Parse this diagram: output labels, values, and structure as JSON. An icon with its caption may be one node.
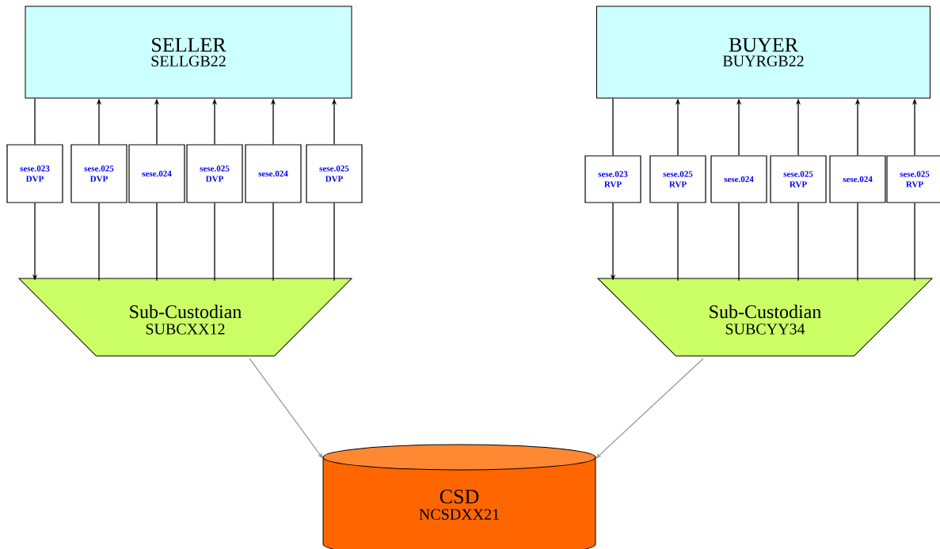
{
  "diagram": {
    "nodes": [
      {
        "text": [
          "SELLER",
          "SELLGB22"
        ]
      },
      {
        "text": [
          "BUYER",
          "BUYRGB22"
        ]
      },
      {
        "text": [
          "sese.023 DVP"
        ]
      },
      {
        "text": [
          "sese.025 DVP"
        ]
      },
      {
        "text": [
          "sese.024"
        ]
      },
      {
        "text": [
          "sese.025 DVP"
        ]
      },
      {
        "text": [
          "sese.024"
        ]
      },
      {
        "text": [
          "sese.025 DVP"
        ]
      },
      {
        "text": [
          "sese.023 RVP"
        ]
      },
      {
        "text": [
          "sese.025 RVP"
        ]
      },
      {
        "text": [
          "sese.024"
        ]
      },
      {
        "text": [
          "sese.025 RVP"
        ]
      },
      {
        "text": [
          "sese.024"
        ]
      },
      {
        "text": [
          "sese.025 RVP"
        ]
      },
      {
        "text": [
          "Sub-Custodian",
          "SUBCXX12"
        ]
      },
      {
        "text": [
          "Sub-Custodian",
          "SUBCYY34"
        ]
      },
      {
        "text": [
          "CSD",
          "NCSDXX21"
        ]
      }
    ],
    "edges": [
      {
        "from": 0,
        "to": 2,
        "arrow": "none"
      },
      {
        "from": 2,
        "to": 14,
        "arrow": "to"
      },
      {
        "from": 14,
        "to": 3,
        "arrow": "none"
      },
      {
        "from": 3,
        "to": 0,
        "arrow": "to"
      },
      {
        "from": 14,
        "to": 4,
        "arrow": "none"
      },
      {
        "from": 4,
        "to": 0,
        "arrow": "to"
      },
      {
        "from": 14,
        "to": 5,
        "arrow": "none"
      },
      {
        "from": 5,
        "to": 0,
        "arrow": "to"
      },
      {
        "from": 14,
        "to": 6,
        "arrow": "none"
      },
      {
        "from": 6,
        "to": 0,
        "arrow": "to"
      },
      {
        "from": 14,
        "to": 7,
        "arrow": "none"
      },
      {
        "from": 7,
        "to": 0,
        "arrow": "to"
      },
      {
        "from": 1,
        "to": 8,
        "arrow": "none"
      },
      {
        "from": 8,
        "to": 15,
        "arrow": "to"
      },
      {
        "from": 15,
        "to": 9,
        "arrow": "none"
      },
      {
        "from": 9,
        "to": 1,
        "arrow": "to"
      },
      {
        "from": 15,
        "to": 10,
        "arrow": "none"
      },
      {
        "from": 10,
        "to": 1,
        "arrow": "to"
      },
      {
        "from": 15,
        "to": 11,
        "arrow": "none"
      },
      {
        "from": 11,
        "to": 1,
        "arrow": "to"
      },
      {
        "from": 15,
        "to": 12,
        "arrow": "none"
      },
      {
        "from": 12,
        "to": 1,
        "arrow": "to"
      },
      {
        "from": 15,
        "to": 13,
        "arrow": "none"
      },
      {
        "from": 13,
        "to": 1,
        "arrow": "to"
      },
      {
        "from": 14,
        "to": 16,
        "arrow": "to",
        "color": "#999999"
      },
      {
        "from": 15,
        "to": 16,
        "arrow": "to",
        "color": "#999999"
      }
    ]
  }
}
